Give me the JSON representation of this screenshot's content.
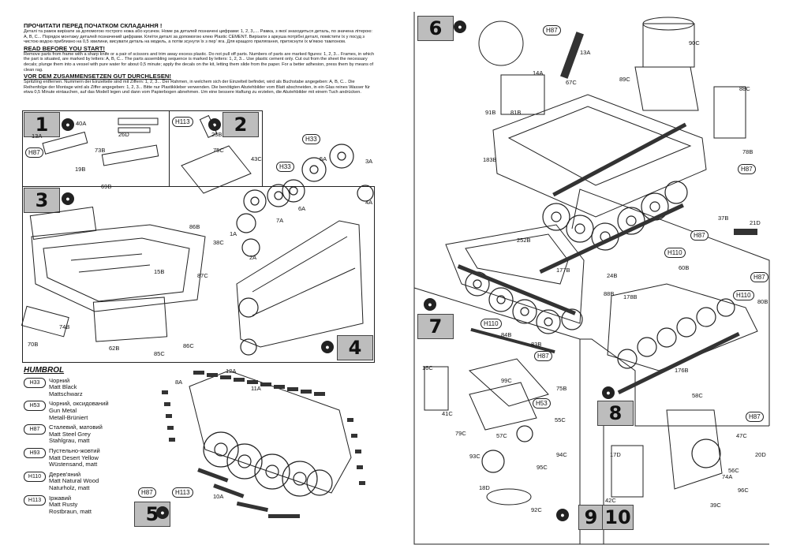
{
  "instructions": {
    "ua_title": "ПРОЧИТАТИ ПЕРЕД ПОЧАТКОМ СКЛАДАННЯ !",
    "ua_text": "Деталі та рамок вирізати за допомогою гострого ножа або кусачок. Номе ра деталей позначені цифрами: 1, 2, 3,.... Рамка, з якої знаходиться деталь, по значена літерою: А, В, С... Порядок монтажу деталей позначений цифрами. Клеїти деталі за допомогою клею Plastic CEMENT. Вирізати з аркуша потрібні деталі, помістити їх у посуд з чистою водою приблизно на 0,5 хвилини, висувати деталь на модель, а потім зсунути їх з пер' яга. Для кращого прилягання, притиснути їх м'якою тамлоном.",
    "en_title": "READ BEFORE YOU START!",
    "en_text": "Remove parts from frame with a sharp knife or a pair of scissors and trim away excess plastic. Do not pull off parts. Numbers of parts are marked figures: 1, 2, 3... Frames, in which the part is situated, are marked by letters: A, B, C... The parts assembling sequence is marked by letters: 1, 2, 3... Use plastic cement only. Cut out from the sheet the necessary decals; plunge them into a vessel with pure water for about 0,5 minute; apply the decals on the kit, letting them slide from the paper. For a better adhesion, press them by means of clean rag.",
    "de_title": "VOR DEM ZUSAMMENSETZEN GUT DURCHLESEN!",
    "de_text": "Spritzling entfernen. Nummern der Einzelteile sind mit Ziffern: 1, 2, 3... Der Rahmen, in welchem sich der Einzelteil befindet, wird als Buchstabe angegeben: A, B, C... Die Reihenfolge der Montage wird als Ziffer angegeben: 1, 2, 3... Bitte nur Plastikkleber verwenden. Die benötigten Abziehbilder vom Blatt abschneiden, in ein Glas reines Wasser für etwa 0,5 Minute eintauchen, auf das Modell legen und dann vom Papierbogen abnehmen. Um eine bessere Haftung zu erzielen, die Abziehbilder mit einem Tuch andrücken."
  },
  "steps_left": [
    "1",
    "2",
    "3",
    "4",
    "5"
  ],
  "steps_right": [
    "6",
    "7",
    "8",
    "9",
    "10"
  ],
  "paint_codes": {
    "h87": "H87",
    "h33": "H33",
    "h113": "H113",
    "h110": "H110",
    "h53": "H53"
  },
  "legend": {
    "brand": "HUMBROL",
    "items": [
      {
        "code": "H33",
        "ua": "Чорний",
        "en": "Matt Black",
        "de": "Mattschwarz"
      },
      {
        "code": "H53",
        "ua": "Чорний, оксидований",
        "en": "Gun Metal",
        "de": "Metall-Brüniert"
      },
      {
        "code": "H87",
        "ua": "Сталевий, матовий",
        "en": "Matt Steel Grey",
        "de": "Stahlgrau, matt"
      },
      {
        "code": "H93",
        "ua": "Пустельно-жовтий",
        "en": "Matt Desert Yellow",
        "de": "Wüstensand, matt"
      },
      {
        "code": "H110",
        "ua": "Дерев'яний",
        "en": "Matt Natural Wood",
        "de": "Naturholz, matt"
      },
      {
        "code": "H113",
        "ua": "Іржавий",
        "en": "Matt Rusty",
        "de": "Rostbraun, matt"
      }
    ]
  },
  "part_labels_left": [
    "40A",
    "13A",
    "19B",
    "26D",
    "73B",
    "69B",
    "23B",
    "75C",
    "43C",
    "86B",
    "15B",
    "87C",
    "38C",
    "74B",
    "70B",
    "62B",
    "85C",
    "86C",
    "1A",
    "2A",
    "3A",
    "4A",
    "5A",
    "6A",
    "7A",
    "8A",
    "10A",
    "11A",
    "12A"
  ],
  "part_labels_right": [
    "13A",
    "14A",
    "90C",
    "89C",
    "88C",
    "67C",
    "91B",
    "81B",
    "183B",
    "78B",
    "37B",
    "21D",
    "252B",
    "177B",
    "24B",
    "60B",
    "88B",
    "178B",
    "80B",
    "176B",
    "84B",
    "83B",
    "99C",
    "75B",
    "16C",
    "41C",
    "79C",
    "57C",
    "55C",
    "93C",
    "94C",
    "95C",
    "18D",
    "92C",
    "17D",
    "42C",
    "58C",
    "47C",
    "20D",
    "74A",
    "56C",
    "96C",
    "39C"
  ]
}
